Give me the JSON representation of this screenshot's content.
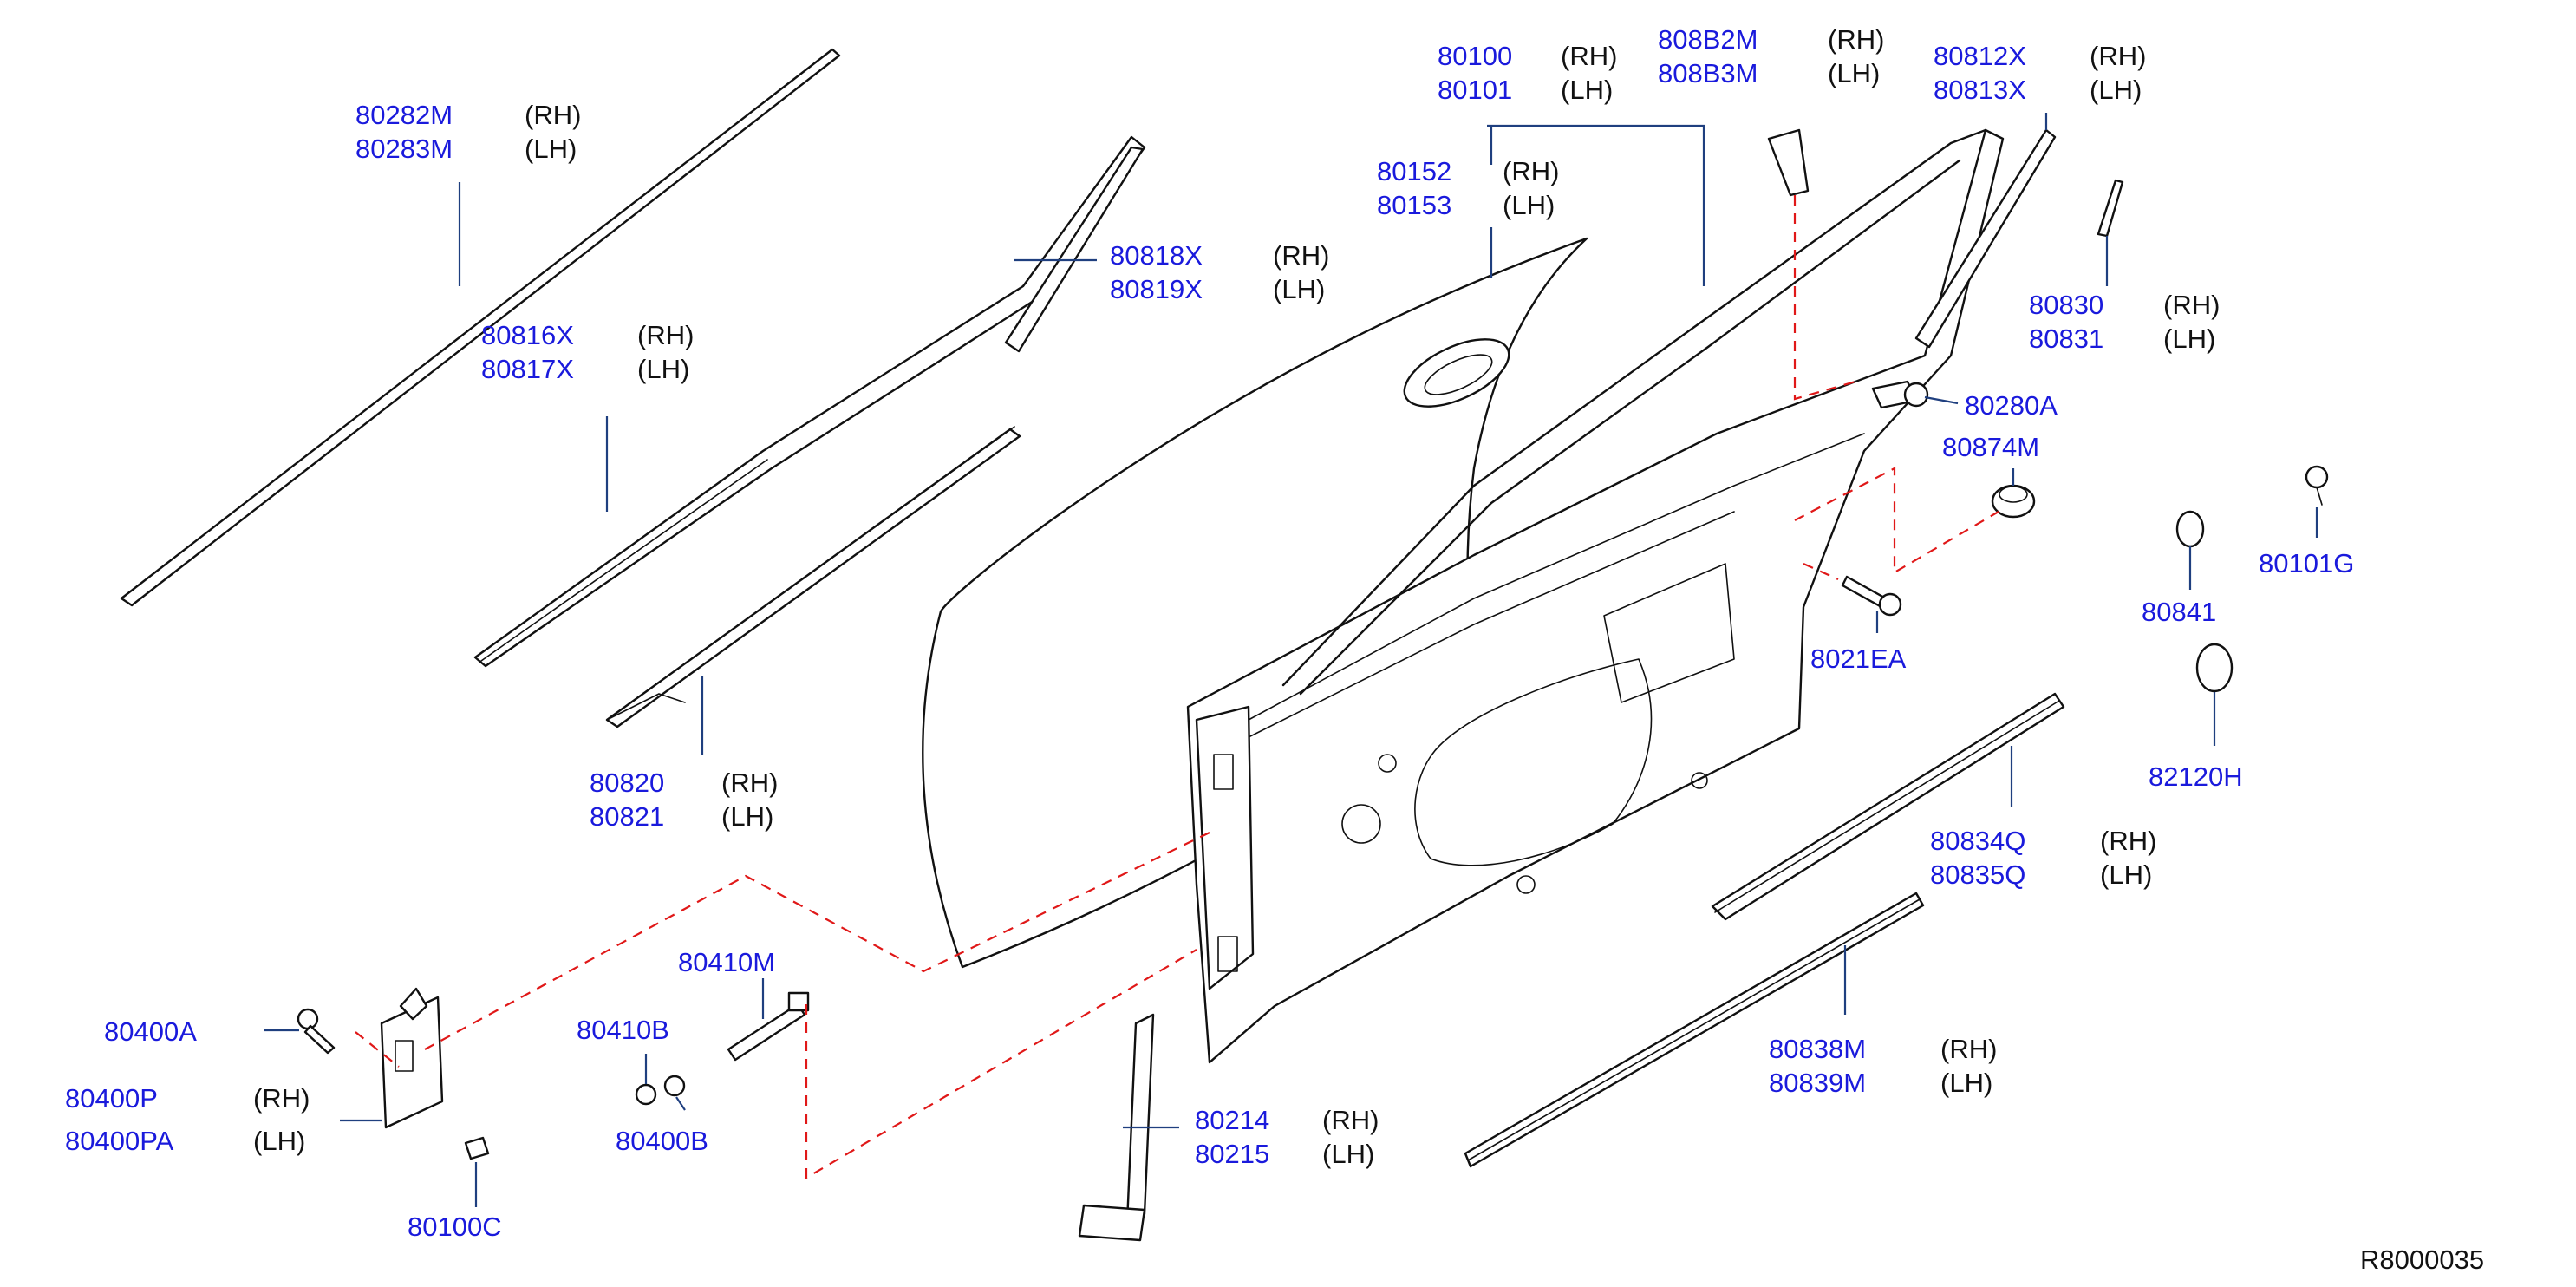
{
  "diagram": {
    "reference_code": "R8000035",
    "callouts": [
      {
        "id": "moulding-roof-outer",
        "parts": [
          "80282M",
          "80283M"
        ],
        "sides": [
          "(RH)",
          "(LH)"
        ]
      },
      {
        "id": "moulding-sash-outer",
        "parts": [
          "80816X",
          "80817X"
        ],
        "sides": [
          "(RH)",
          "(LH)"
        ]
      },
      {
        "id": "finisher-sash-front",
        "parts": [
          "80818X",
          "80819X"
        ],
        "sides": [
          "(RH)",
          "(LH)"
        ]
      },
      {
        "id": "weatherstrip-belt",
        "parts": [
          "80820",
          "80821"
        ],
        "sides": [
          "(RH)",
          "(LH)"
        ]
      },
      {
        "id": "door-outer-panel",
        "parts": [
          "80152",
          "80153"
        ],
        "sides": [
          "(RH)",
          "(LH)"
        ]
      },
      {
        "id": "door-assembly",
        "parts": [
          "80100",
          "80101"
        ],
        "sides": [
          "(RH)",
          "(LH)"
        ]
      },
      {
        "id": "cover-mirror-corner",
        "parts": [
          "808B2M",
          "808B3M"
        ],
        "sides": [
          "(RH)",
          "(LH)"
        ]
      },
      {
        "id": "finisher-sash-rear",
        "parts": [
          "80812X",
          "80813X"
        ],
        "sides": [
          "(RH)",
          "(LH)"
        ]
      },
      {
        "id": "seal-sash-rear",
        "parts": [
          "80830",
          "80831"
        ],
        "sides": [
          "(RH)",
          "(LH)"
        ]
      },
      {
        "id": "clip",
        "parts": [
          "80280A"
        ],
        "sides": []
      },
      {
        "id": "plug-grommet",
        "parts": [
          "80874M"
        ],
        "sides": []
      },
      {
        "id": "bolt-mirror",
        "parts": [
          "80101G"
        ],
        "sides": []
      },
      {
        "id": "cap-seal",
        "parts": [
          "80841"
        ],
        "sides": []
      },
      {
        "id": "screw-striker",
        "parts": [
          "8021EA"
        ],
        "sides": []
      },
      {
        "id": "plug-hole",
        "parts": [
          "82120H"
        ],
        "sides": []
      },
      {
        "id": "weatherstrip-inner",
        "parts": [
          "80834Q",
          "80835Q"
        ],
        "sides": [
          "(RH)",
          "(LH)"
        ]
      },
      {
        "id": "seal-lower",
        "parts": [
          "80838M",
          "80839M"
        ],
        "sides": [
          "(RH)",
          "(LH)"
        ]
      },
      {
        "id": "sealing-front-edge",
        "parts": [
          "80214",
          "80215"
        ],
        "sides": [
          "(RH)",
          "(LH)"
        ]
      },
      {
        "id": "check-link",
        "parts": [
          "80410M"
        ],
        "sides": []
      },
      {
        "id": "bolt-check-link",
        "parts": [
          "80410B"
        ],
        "sides": []
      },
      {
        "id": "bolt-check-body",
        "parts": [
          "80400B"
        ],
        "sides": []
      },
      {
        "id": "hinge-bolt",
        "parts": [
          "80400A"
        ],
        "sides": []
      },
      {
        "id": "hinge-assembly",
        "parts": [
          "80400P",
          "80400PA"
        ],
        "sides": [
          "(RH)",
          "(LH)"
        ]
      },
      {
        "id": "hinge-nut",
        "parts": [
          "80100C"
        ],
        "sides": []
      }
    ]
  }
}
